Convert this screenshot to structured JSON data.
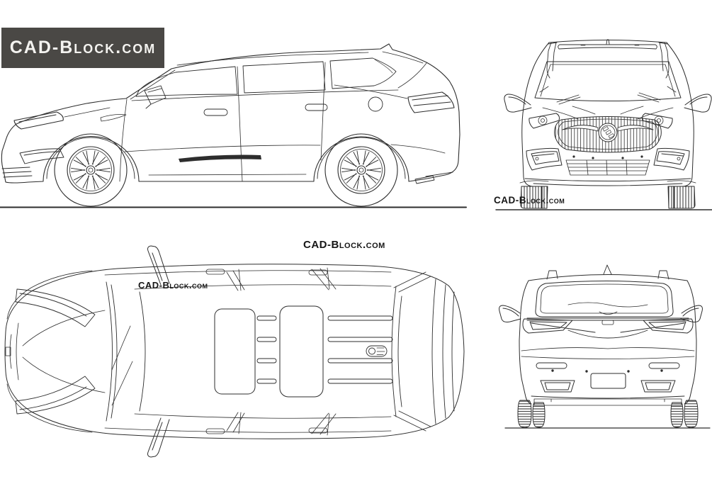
{
  "badge": {
    "label": "CAD-Block.com"
  },
  "watermarks": {
    "center": "CAD-Block.com",
    "front_view": "CAD-Block.com",
    "top_view": "CAD-Block.com"
  },
  "colors": {
    "background": "#ffffff",
    "ink": "#2d2d2d",
    "badge_background": "#4a4845",
    "badge_text": "#f4f3f0",
    "watermark_text": "#161616"
  }
}
